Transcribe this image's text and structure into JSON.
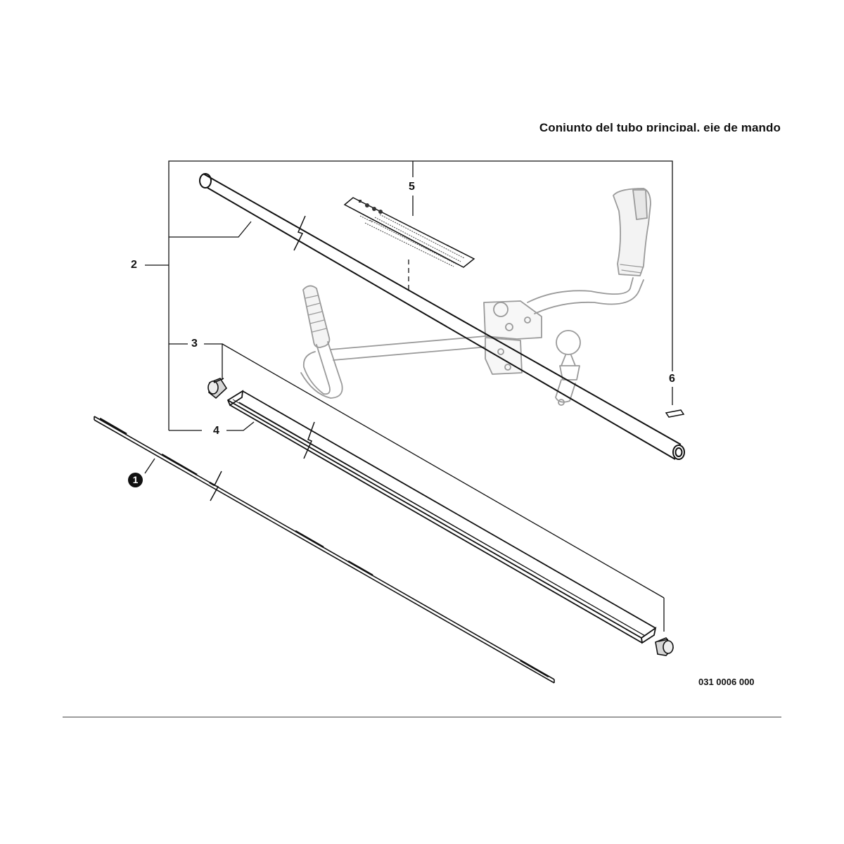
{
  "header": {
    "title": "Conjunto del tubo principal, eje de mando"
  },
  "callouts": {
    "item1": "1",
    "item2": "2",
    "item3": "3",
    "item4": "4",
    "item5": "5",
    "item6": "6"
  },
  "footer": {
    "ref_code": "031 0006 000"
  },
  "colors": {
    "line": "#111111",
    "ghost": "#9a9a9a",
    "background": "#ffffff"
  }
}
